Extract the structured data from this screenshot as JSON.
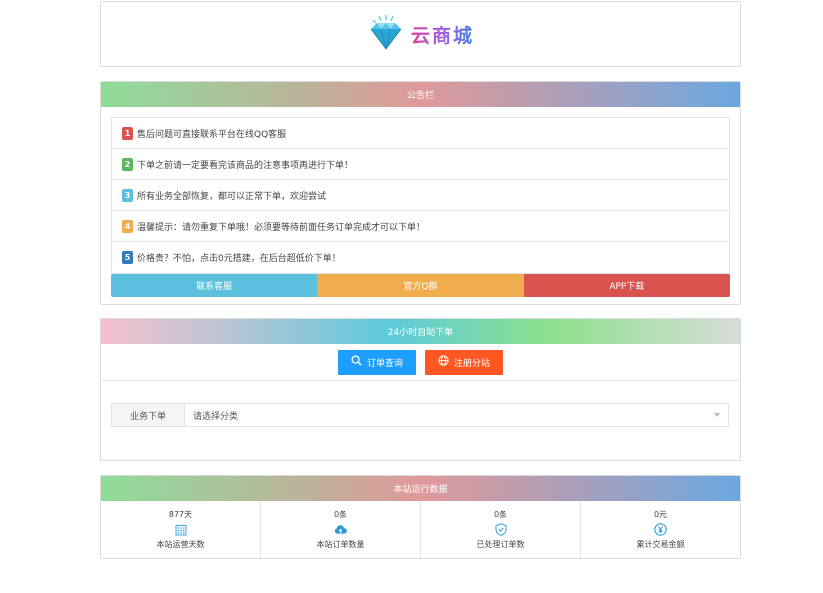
{
  "logo": {
    "text": "云商城",
    "icon": "diamond-icon"
  },
  "notice": {
    "title": "公告栏",
    "items": [
      {
        "num": "1",
        "text": "售后问题可直接联系平台在线QQ客服",
        "color": "#d9534f"
      },
      {
        "num": "2",
        "text": "下单之前请一定要看完该商品的注意事项再进行下单！",
        "color": "#5cb85c"
      },
      {
        "num": "3",
        "text": "所有业务全部恢复，都可以正常下单，欢迎尝试",
        "color": "#5bc0de"
      },
      {
        "num": "4",
        "text": "温馨提示：请勿重复下单哦！必须要等待前面任务订单完成才可以下单！",
        "color": "#f0ad4e"
      },
      {
        "num": "5",
        "text": "价格贵？不怕，点击0元搭建，在后台超低价下单！",
        "color": "#337ab7"
      }
    ],
    "buttons": [
      {
        "label": "联系客服",
        "color": "#5bc0de"
      },
      {
        "label": "官方Q群",
        "color": "#f0ad4e"
      },
      {
        "label": "APP下载",
        "color": "#d9534f"
      }
    ]
  },
  "order": {
    "title": "24小时自助下单",
    "query_button": {
      "label": "订单查询",
      "icon": "search-icon",
      "color": "#1e9fff"
    },
    "register_button": {
      "label": "注册分站",
      "icon": "globe-icon",
      "color": "#ff5722"
    },
    "category_label": "业务下单",
    "category_placeholder": "请选择分类"
  },
  "stats": {
    "title": "本站运行数据",
    "items": [
      {
        "value": "877天",
        "label": "本站运营天数",
        "icon": "calendar-icon"
      },
      {
        "value": "0条",
        "label": "本站订单数量",
        "icon": "cloud-icon"
      },
      {
        "value": "0条",
        "label": "已处理订单数",
        "icon": "shield-check-icon"
      },
      {
        "value": "0元",
        "label": "累计交易金额",
        "icon": "yen-icon"
      }
    ]
  },
  "colors": {
    "icon_blue": "#2d9cdb"
  }
}
